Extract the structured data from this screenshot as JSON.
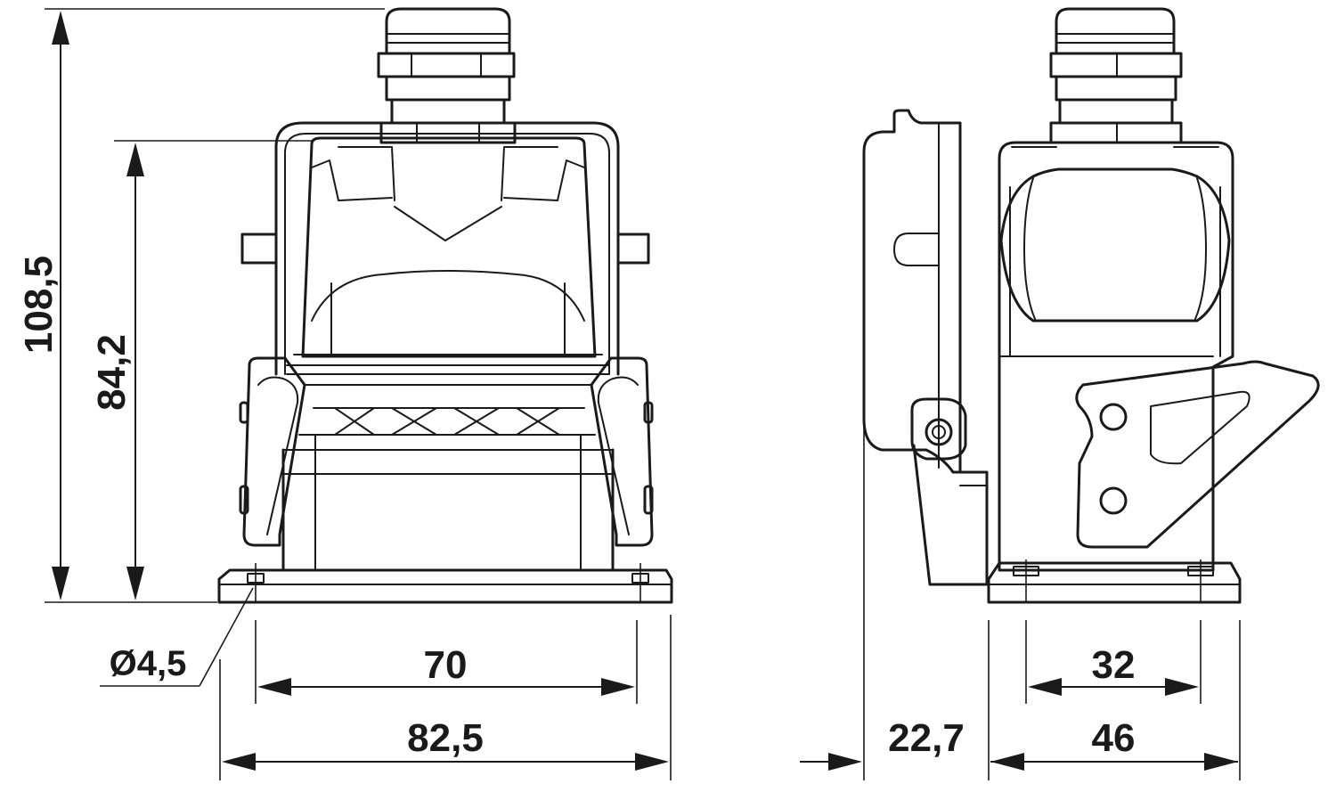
{
  "dimensions": {
    "total_height": "108,5",
    "body_height": "84,2",
    "hole_diameter": "Ø4,5",
    "hole_spacing": "70",
    "base_width": "82,5",
    "side_offset": "22,7",
    "side_hole_spacing": "32",
    "side_base_depth": "46"
  }
}
